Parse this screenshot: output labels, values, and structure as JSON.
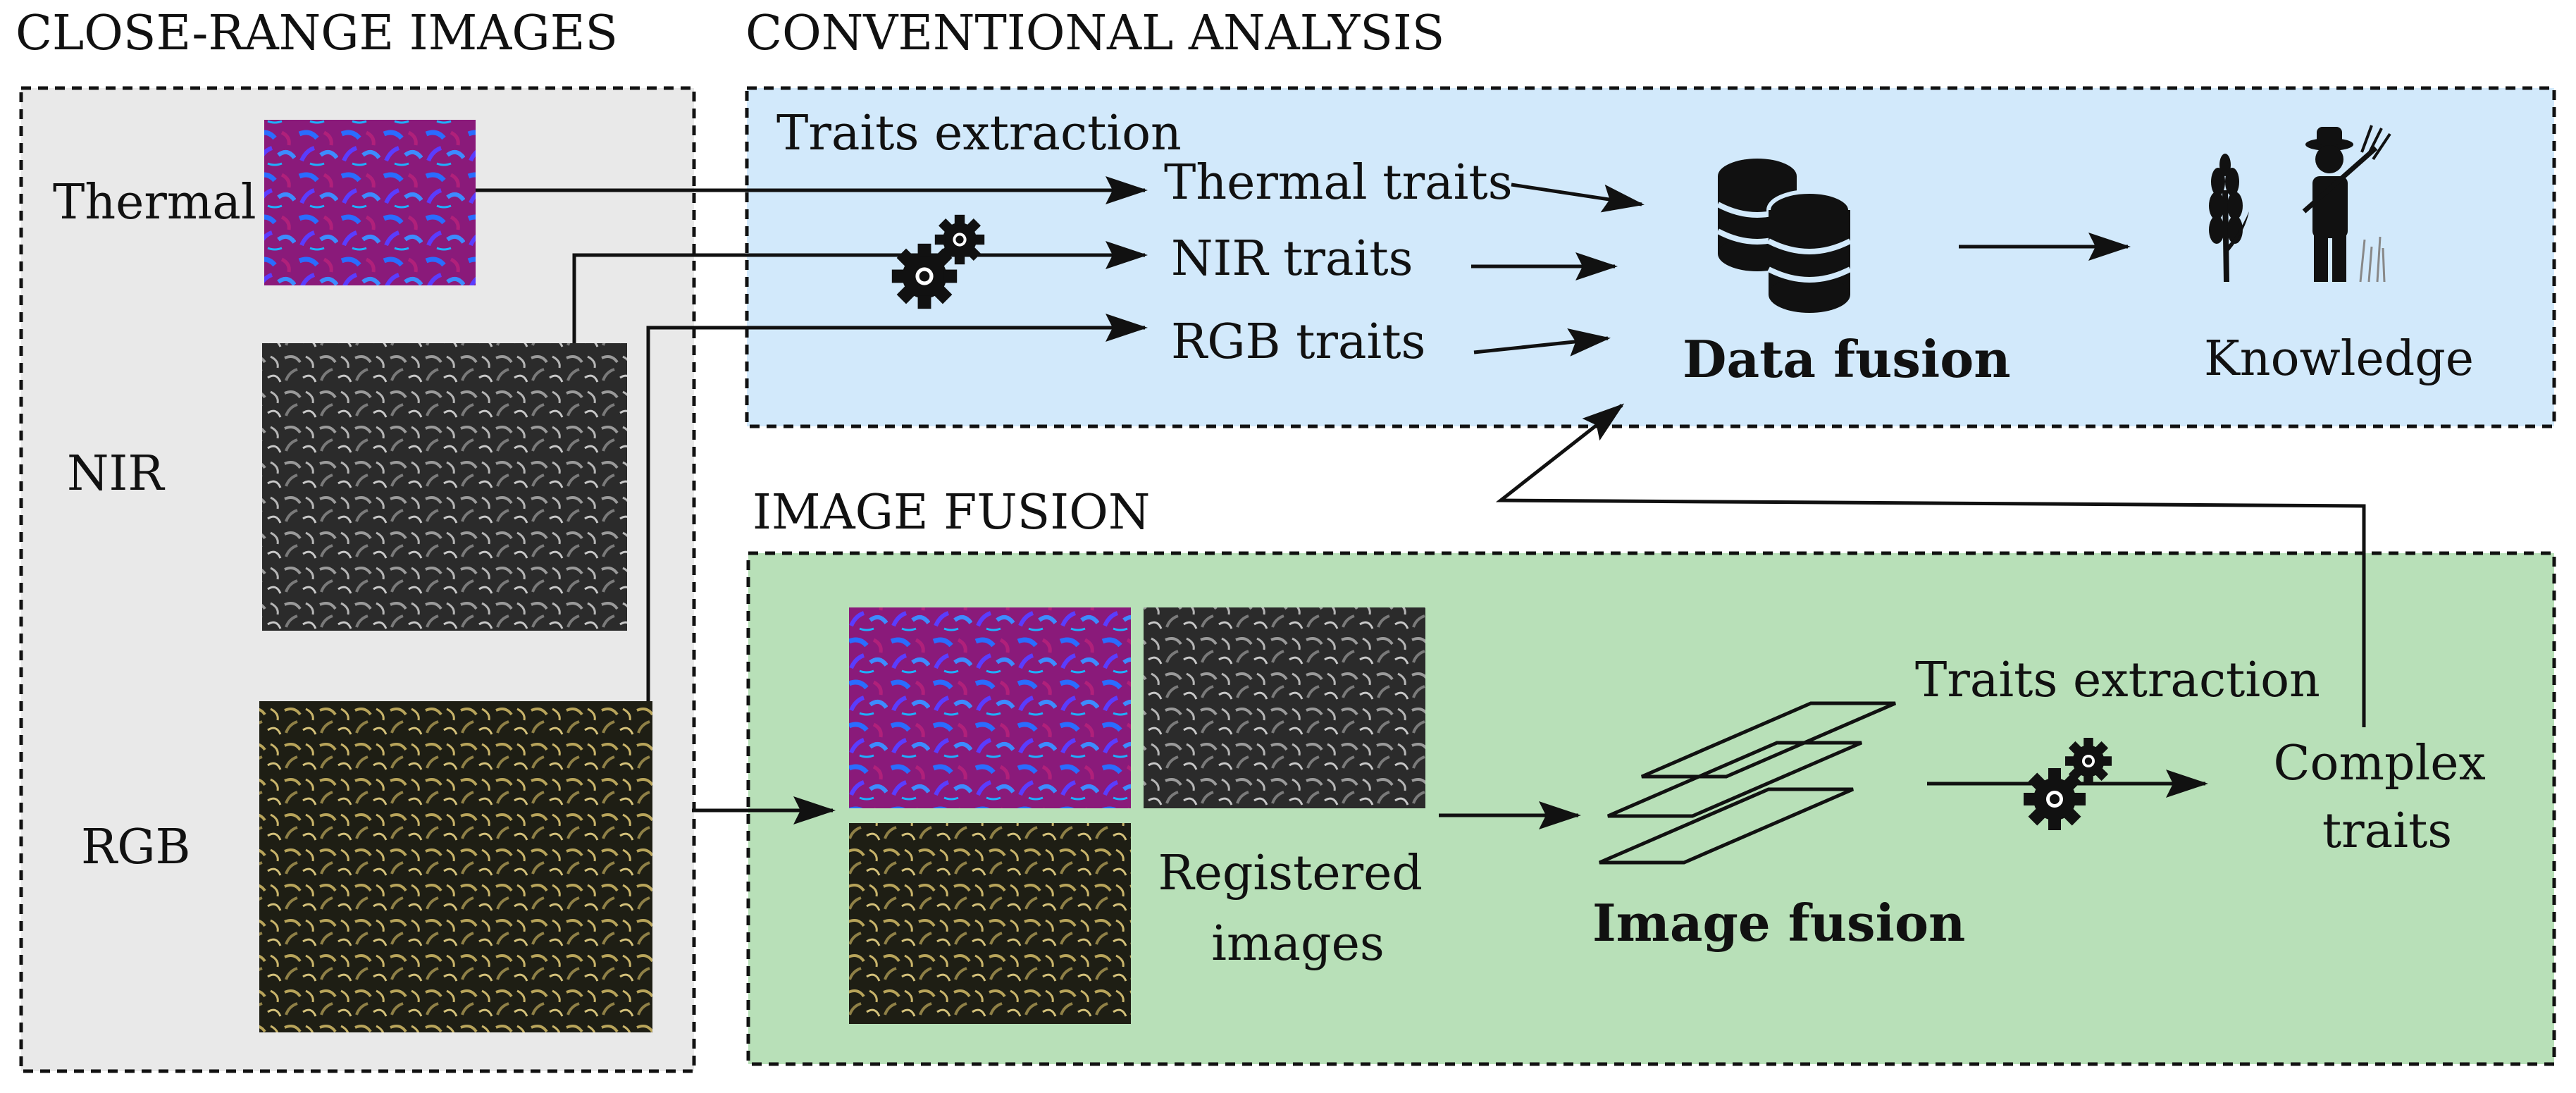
{
  "headings": {
    "close_range": "CLOSE-RANGE IMAGES",
    "conventional": "CONVENTIONAL ANALYSIS",
    "image_fusion": "IMAGE FUSION"
  },
  "close_range_images": {
    "thermal_label": "Thermal",
    "nir_label": "NIR",
    "rgb_label": "RGB"
  },
  "conventional": {
    "traits_extraction": "Traits extraction",
    "thermal_traits": "Thermal traits",
    "nir_traits": "NIR traits",
    "rgb_traits": "RGB traits",
    "data_fusion": "Data fusion",
    "knowledge": "Knowledge"
  },
  "fusion": {
    "registered_line1": "Registered",
    "registered_line2": "images",
    "traits_extraction": "Traits extraction",
    "image_fusion": "Image fusion",
    "complex_line1": "Complex",
    "complex_line2": "traits"
  },
  "colors": {
    "left_panel_bg": "#e9e9e9",
    "conventional_bg": "#d2e9fb",
    "fusion_bg": "#b8e0b8",
    "thermal_base": "#8a1a7a",
    "thermal_hot": "#2a6cff",
    "nir_base": "#2b2b2b",
    "rgb_base": "#1e1e14",
    "rgb_leaf": "#b8a45a",
    "ink": "#111111"
  },
  "icons": [
    "gear-icon",
    "database-icon",
    "wheat-icon",
    "farmer-icon",
    "layers-icon"
  ]
}
